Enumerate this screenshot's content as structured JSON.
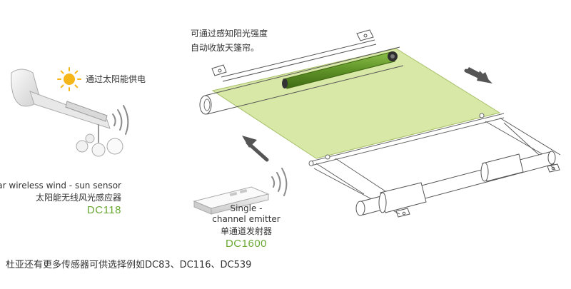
{
  "caption_sensing": {
    "line1": "可通过感知阳光强度",
    "line2": "自动收放天篷帘。"
  },
  "solar_label": "通过太阳能供电",
  "sensor": {
    "name_en": "Solar wireless wind - sun sensor",
    "name_cn": "太阳能无线风光感应器",
    "model": "DC118"
  },
  "emitter": {
    "name_en_line1": "Single -",
    "name_en_line2": "channel emitter",
    "name_cn": "单通道发射器",
    "model": "DC1600"
  },
  "footer_note": "杜亚还有更多传感器可供选择例如DC83、DC116、DC539",
  "colors": {
    "accent_green": "#6aa834",
    "awning_fill": "#d8e8a6",
    "awning_stroke": "#a8c06a",
    "motor_green": "#6a9e30",
    "sun_yellow": "#f5b619",
    "text": "#333333",
    "line": "#555555"
  },
  "icons": [
    "sun-icon",
    "wireless-signal-icon",
    "direction-arrow-icon"
  ]
}
